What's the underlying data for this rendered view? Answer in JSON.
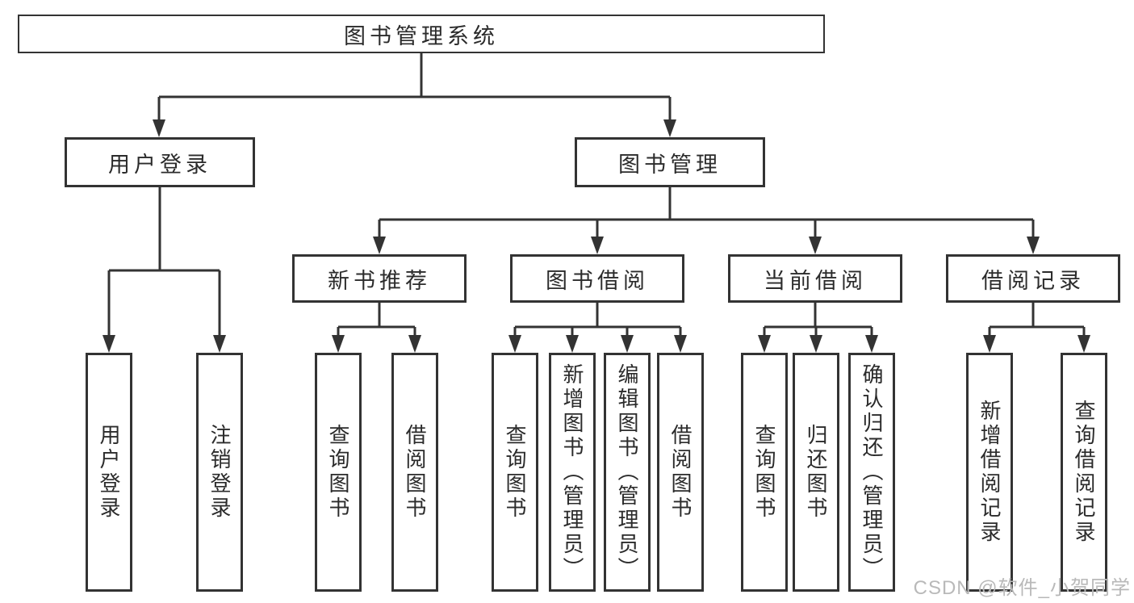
{
  "diagram": {
    "root": {
      "label": "图书管理系统"
    },
    "level2": [
      {
        "label": "用户登录"
      },
      {
        "label": "图书管理"
      }
    ],
    "level3": [
      {
        "label": "新书推荐"
      },
      {
        "label": "图书借阅"
      },
      {
        "label": "当前借阅"
      },
      {
        "label": "借阅记录"
      }
    ],
    "leaves": [
      {
        "label": "用户登录"
      },
      {
        "label": "注销登录"
      },
      {
        "label": "查询图书"
      },
      {
        "label": "借阅图书"
      },
      {
        "label": "查询图书"
      },
      {
        "label": "新增图书（管理员）"
      },
      {
        "label": "编辑图书（管理员）"
      },
      {
        "label": "借阅图书"
      },
      {
        "label": "查询图书"
      },
      {
        "label": "归还图书"
      },
      {
        "label": "确认归还（管理员）"
      },
      {
        "label": "新增借阅记录"
      },
      {
        "label": "查询借阅记录"
      }
    ],
    "colors": {
      "line": "#333333",
      "text": "#2b2b2b",
      "watermark": "#b9b9b9"
    }
  },
  "watermark": {
    "text": "CSDN @软件_小贺同学"
  }
}
